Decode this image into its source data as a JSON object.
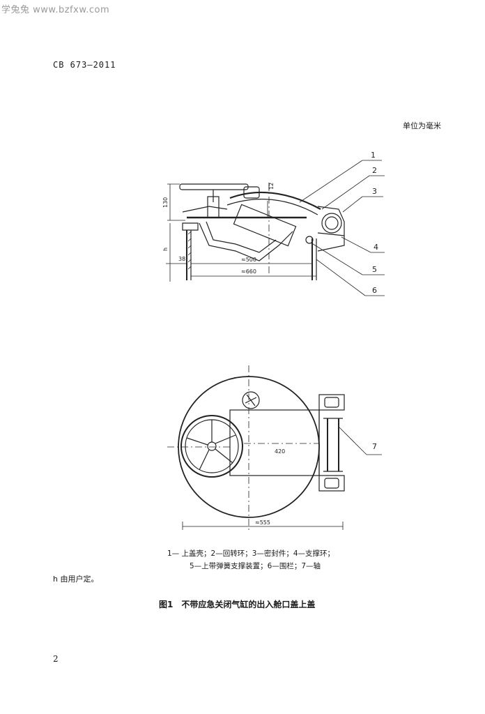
{
  "watermark": "学兔兔 www.bzfxw.com",
  "header": {
    "standard_no": "CB 673—2011"
  },
  "unit_note": "单位为毫米",
  "callouts": [
    "1",
    "2",
    "3",
    "4",
    "5",
    "6",
    "7"
  ],
  "dimensions": {
    "d130": "130",
    "d12": "12",
    "dh": "h",
    "d38": "38",
    "d500": "≈500",
    "d660": "≈660",
    "d420": "420",
    "d555": "≈555"
  },
  "legend": {
    "line1": "1— 上盖壳；2—回转环；3—密封件；4—支撑环；",
    "line2": "5—上带弹簧支撑装置；6—围栏；7—轴"
  },
  "footnote": "h 由用户定。",
  "caption": "图1　不带应急关闭气缸的出入舱口盖上盖",
  "page_number": "2"
}
